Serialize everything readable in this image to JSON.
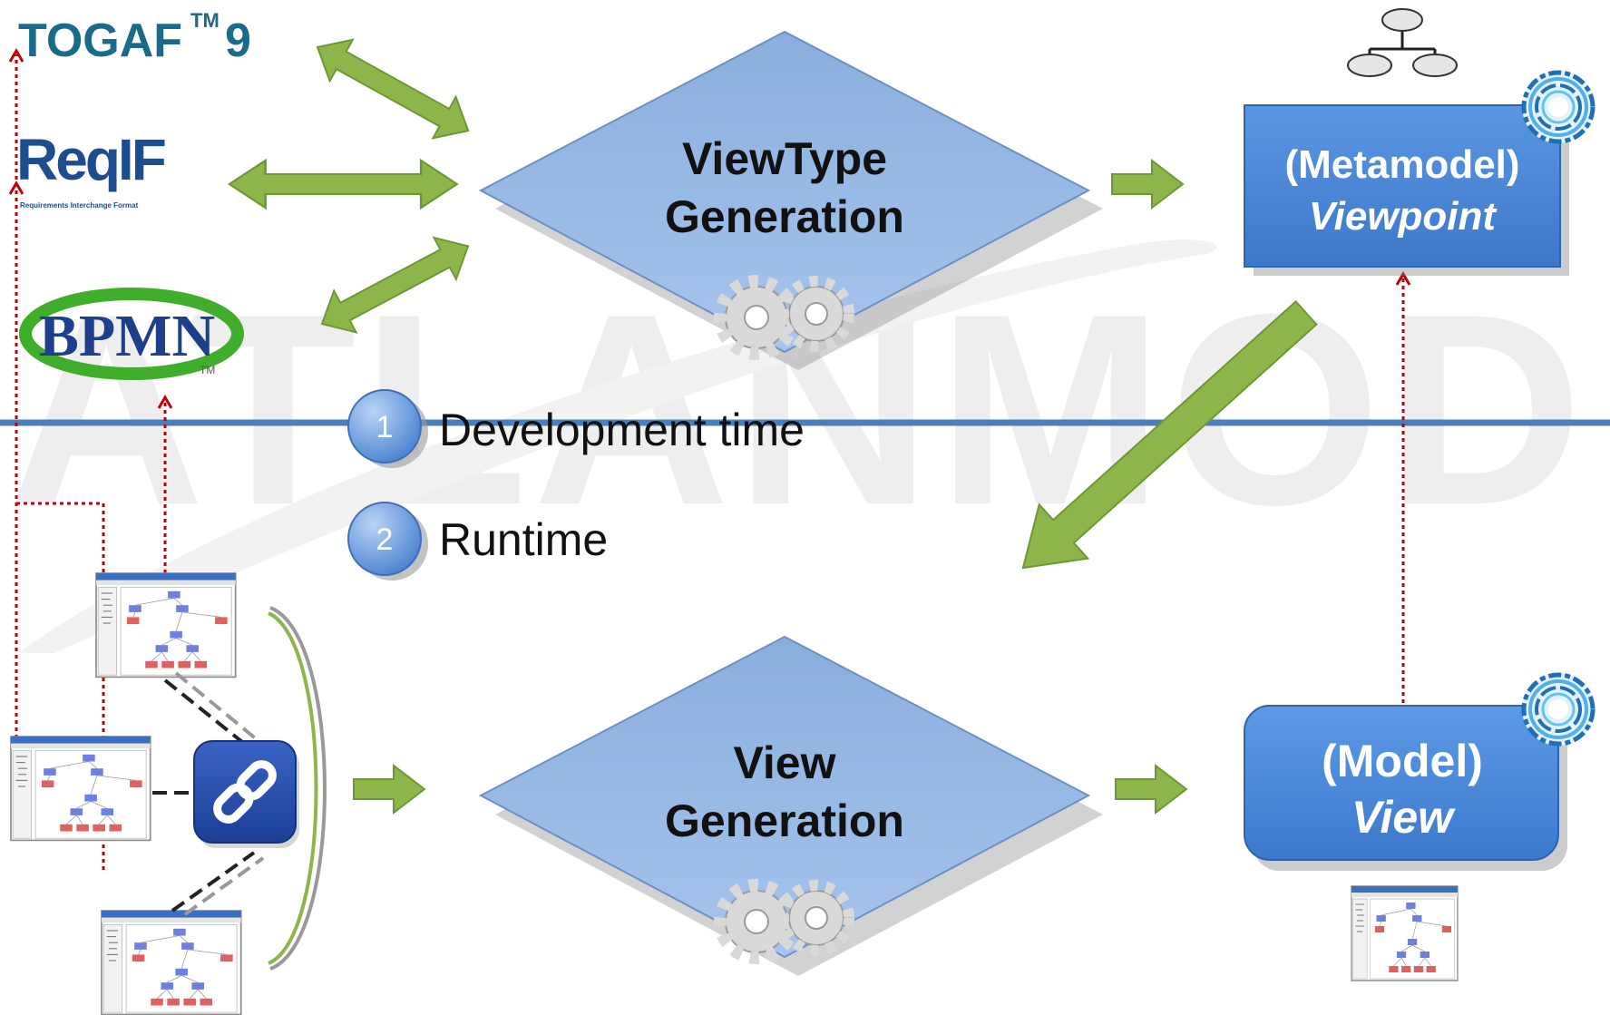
{
  "watermark": "ATLANMOD",
  "logos": {
    "togaf": {
      "text": "TOGAF",
      "tm": "TM",
      "version": "9"
    },
    "reqif": {
      "text": "ReqIF",
      "subtitle": "Requirements Interchange Format"
    },
    "bpmn": {
      "text": "BPMN",
      "tm": "TM"
    }
  },
  "legend": [
    {
      "number": "1",
      "label": "Development time"
    },
    {
      "number": "2",
      "label": "Runtime"
    }
  ],
  "processes": {
    "viewtype": {
      "line1": "ViewType",
      "line2": "Generation"
    },
    "view": {
      "line1": "View",
      "line2": "Generation"
    }
  },
  "outputs": {
    "viewpoint": {
      "line1": "(Metamodel)",
      "line2": "Viewpoint"
    },
    "view": {
      "line1": "(Model)",
      "line2": "View"
    }
  },
  "icons": {
    "gears": "gears-icon",
    "link": "link-icon",
    "metamodel": "metamodel-tree-icon",
    "eclipse_ring": "eclipse-ring-icon",
    "screenshot": "model-editor-screenshot-icon"
  },
  "colors": {
    "diamond": "#8fb4e3",
    "box": "#4a88d8",
    "arrow": "#8cb64a",
    "divider": "#4a7ebf",
    "trace": "#c00000",
    "togaf": "#1a6a8a",
    "reqif": "#1d4c8f",
    "bpmn_green": "#3fae2a",
    "bpmn_blue": "#1d3f8c"
  }
}
